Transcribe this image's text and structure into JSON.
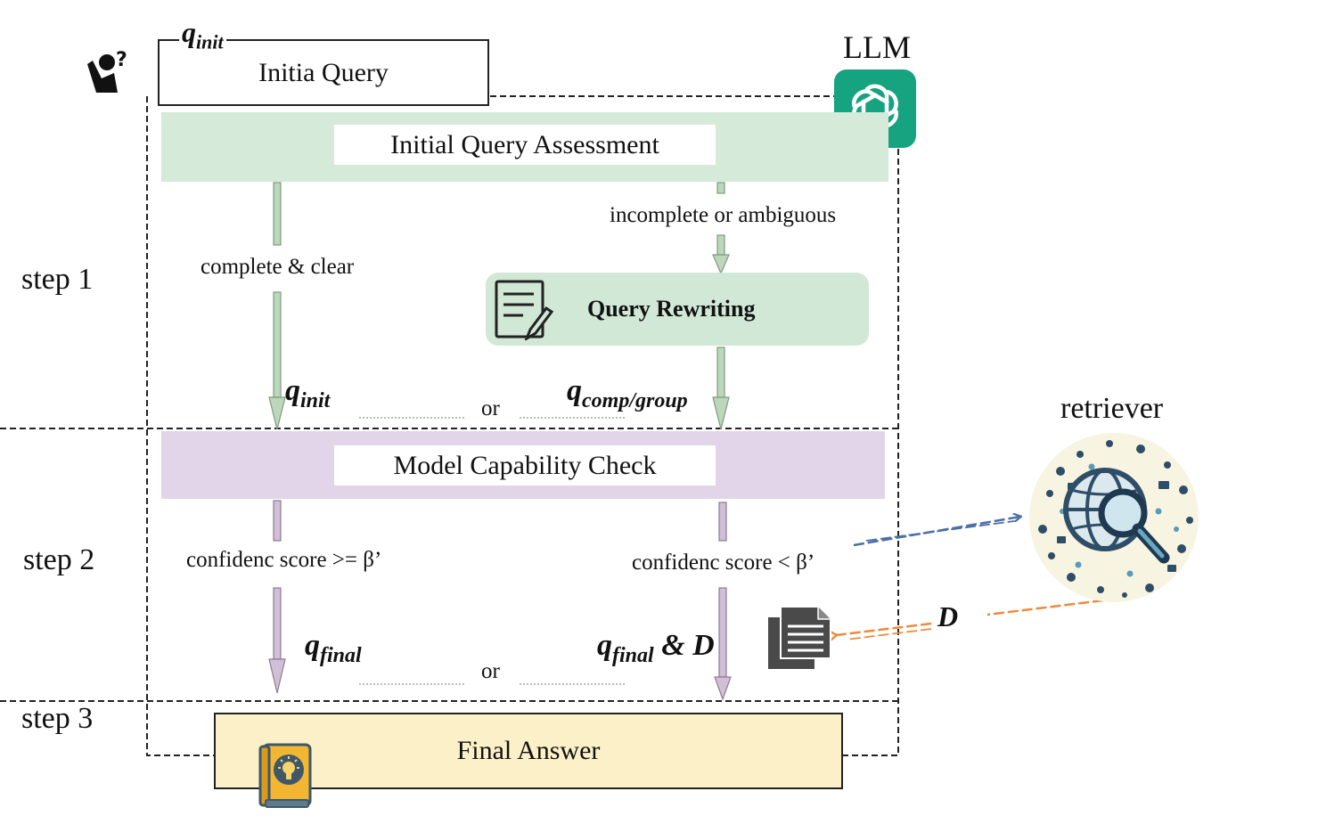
{
  "figure": {
    "initial_query": {
      "symbol": "q",
      "subscript": "init",
      "label": "Initia Query"
    },
    "llm": {
      "label": "LLM",
      "icon": "openai-logo-icon"
    },
    "steps": [
      "step 1",
      "step 2",
      "step 3"
    ],
    "assessment": {
      "title": "Initial Query Assessment",
      "color": "#d5ead9"
    },
    "branches_step1": {
      "left": "complete & clear",
      "right": "incomplete or ambiguous"
    },
    "rewriting": {
      "label": "Query Rewriting",
      "icon": "document-edit-icon",
      "color": "#d2e8d6"
    },
    "step1_outputs": {
      "left": {
        "symbol": "q",
        "subscript": "init"
      },
      "or": "or",
      "right": {
        "symbol": "q",
        "subscript": "comp/group"
      }
    },
    "capability": {
      "title": "Model Capability Check",
      "color": "#e3d5e9"
    },
    "branches_step2": {
      "left": "confidenc score >= β’",
      "right": "confidenc score < β’"
    },
    "step2_outputs": {
      "left": {
        "symbol": "q",
        "subscript": "final"
      },
      "or": "or",
      "right": {
        "symbol": "q",
        "subscript": "final",
        "suffix": " & D"
      }
    },
    "retriever": {
      "label": "retriever",
      "icon": "globe-magnifier-icon"
    },
    "documents": {
      "label": "D",
      "icon": "documents-icon"
    },
    "final_answer": {
      "label": "Final Answer",
      "icon": "lightbulb-book-icon",
      "color": "#fcf0c8"
    },
    "user_icon": "user-question-icon",
    "colors": {
      "green_arrow": "#bcd7bc",
      "purple_arrow": "#d0bfd6",
      "blue_dash": "#4a6ea8",
      "orange_dash": "#ec8a3e"
    }
  }
}
